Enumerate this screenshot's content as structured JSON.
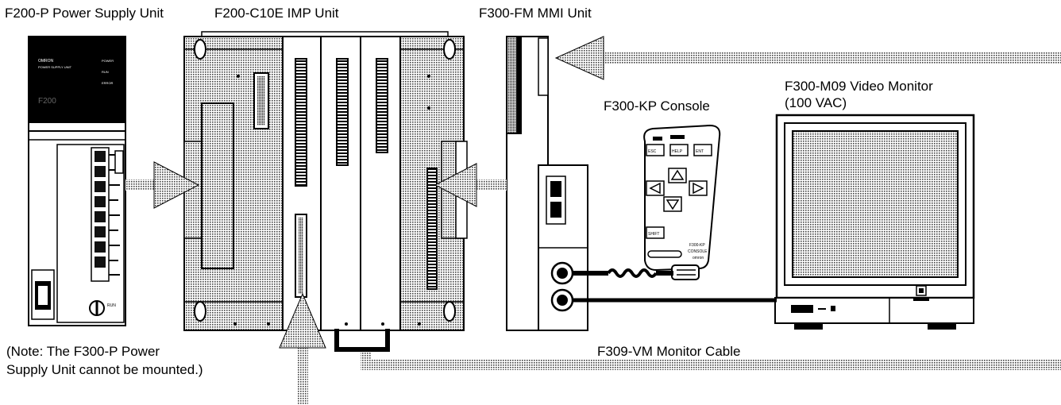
{
  "labels": {
    "power_supply": "F200-P Power Supply Unit",
    "imp_unit": "F200-C10E IMP Unit",
    "mmi_unit": "F300-FM MMI Unit",
    "video_monitor_line1": "F300-M09 Video Monitor",
    "video_monitor_line2": "(100 VAC)",
    "console": "F300-KP Console",
    "note_line1": "(Note: The F300-P Power",
    "note_line2": "Supply Unit cannot be mounted.)",
    "monitor_cable": "F309-VM Monitor Cable"
  },
  "console_keys": {
    "esc": "ESC",
    "help": "HELP",
    "ent": "ENT",
    "shift": "SHIFT",
    "brand1": "F300-KP",
    "brand2": "CONSOLE",
    "brand3": "omron"
  },
  "colors": {
    "ink": "#000000",
    "screen_tone": "#bdbdbd",
    "paper": "#ffffff"
  }
}
